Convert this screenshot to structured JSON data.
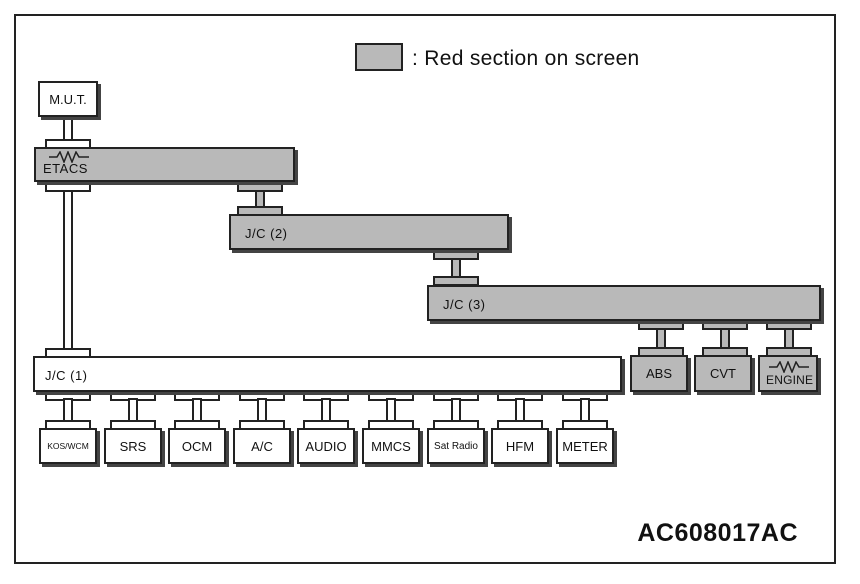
{
  "legend": {
    "text": ": Red section on screen"
  },
  "nodes": {
    "mut": "M.U.T.",
    "etacs": "ETACS",
    "jc2": "J/C (2)",
    "jc3": "J/C (3)",
    "jc1": "J/C (1)",
    "abs": "ABS",
    "cvt": "CVT",
    "engine": "ENGINE"
  },
  "bottom_modules": [
    "KOS/WCM",
    "SRS",
    "OCM",
    "A/C",
    "AUDIO",
    "MMCS",
    "Sat Radio",
    "HFM",
    "METER"
  ],
  "figure_code": "AC608017AC",
  "colors": {
    "red_section": "#b9b9b9",
    "line": "#222222"
  }
}
